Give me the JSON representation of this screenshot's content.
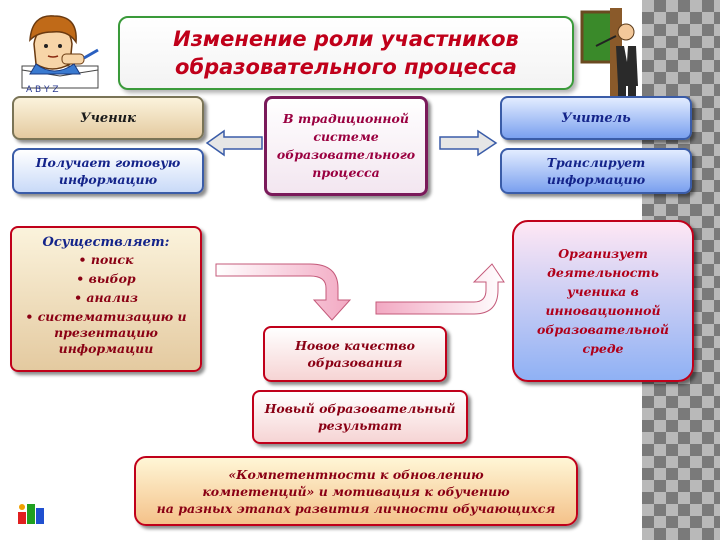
{
  "title": {
    "line1": "Изменение роли участников",
    "line2": "образовательного процесса"
  },
  "student": {
    "label": "Ученик",
    "traditional_role": "Получает готовую информацию"
  },
  "teacher": {
    "label": "Учитель",
    "traditional_role": "Транслирует информацию"
  },
  "traditional_system": "В традиционной системе образовательного процесса",
  "student_innovative": {
    "heading": "Осуществляет:",
    "items": [
      "поиск",
      "выбор",
      "анализ",
      "систематизацию и презентацию информации"
    ]
  },
  "teacher_innovative": "Организует деятельность ученика в инновационной образовательной среде",
  "new_quality": "Новое качество образования",
  "new_result": "Новый образовательный результат",
  "final": {
    "line1": "«Компетентности к обновлению",
    "line2": "компетенций» и мотивация к обучению",
    "line3": "на разных этапах развития личности обучающихся"
  },
  "icons": {
    "student_clipart": "studying-student-icon",
    "teacher_clipart": "teacher-blackboard-icon",
    "logo": "colored-figures-logo-icon"
  },
  "colors": {
    "title_text": "#c0001a",
    "title_border": "#3a9a3a",
    "accent_red": "#c0001a",
    "accent_blue": "#3a5ca8"
  }
}
